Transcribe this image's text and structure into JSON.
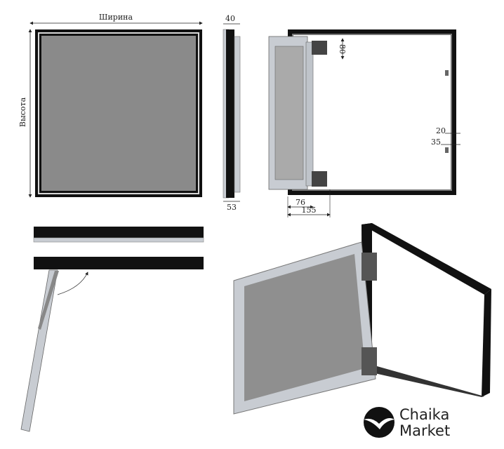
{
  "front_view": {
    "width_label": "Ширина",
    "height_label": "Высота"
  },
  "side_view": {
    "depth_top": "40",
    "depth_bottom": "53"
  },
  "top_view": {
    "hinge_offset": "80",
    "lock_offset_1": "20",
    "lock_offset_2": "35",
    "door_offset_1": "76",
    "door_offset_2": "155"
  },
  "logo": {
    "line1": "Chaika",
    "line2": "Market"
  },
  "colors": {
    "frame": "#111111",
    "panel": "#8a8a8a",
    "aluminium": "#c8ccd2"
  }
}
